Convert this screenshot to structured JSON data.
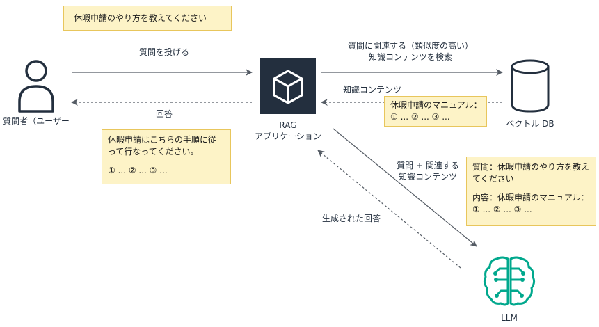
{
  "question_note": {
    "text": "休暇申請のやり方を教えてください"
  },
  "user": {
    "label": "質問者（ユーザー"
  },
  "rag": {
    "line1": "RAG",
    "line2": "アプリケーション"
  },
  "vector_db": {
    "label": "ベクトル DB"
  },
  "llm": {
    "label": "LLM"
  },
  "arrows": {
    "user_to_rag": "質問を投げる",
    "rag_to_user": "回答",
    "rag_to_db_line1": "質問に関連する（類似度の高い）",
    "rag_to_db_line2": "知識コンテンツを検索",
    "db_to_rag": "知識コンテンツ",
    "rag_to_llm_line1": "質問 + 関連する",
    "rag_to_llm_line2": "知識コンテンツ",
    "llm_to_rag": "生成された回答"
  },
  "answer_note": {
    "line1": "休暇申請はこちらの手順に従",
    "line2": "って行なってください。",
    "line3": "① ... ② ... ③ ..."
  },
  "manual_note": {
    "line1": "休暇申請のマニュアル：",
    "line2": "① ... ② ... ③ ..."
  },
  "prompt_note": {
    "line1": "質問：休暇申請のやり方を教え",
    "line2": "てください",
    "line3": "内容：休暇申請のマニュアル：",
    "line4": "① ... ② ... ③ ..."
  },
  "colors": {
    "arrow": "#545b64",
    "rag_box": "#232f3e",
    "llm_icon": "#01a88d",
    "note_bg": "#fdf3c7",
    "note_border": "#e8c65c"
  }
}
